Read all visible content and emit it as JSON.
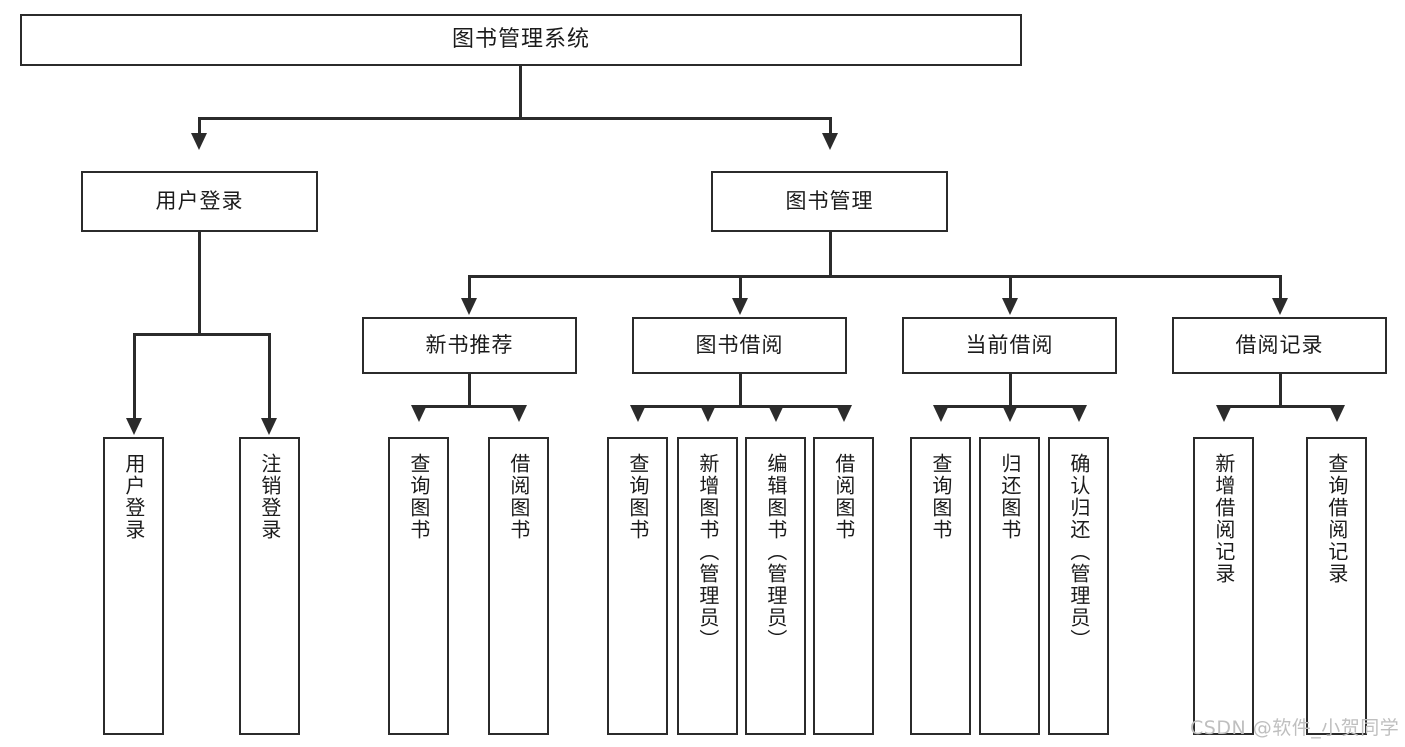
{
  "diagram": {
    "type": "tree-hierarchy",
    "title": "图书管理系统",
    "watermark": "CSDN @软件_小贺同学",
    "nodes": {
      "root": {
        "label": "图书管理系统"
      },
      "level2": [
        {
          "id": "user-login",
          "label": "用户登录"
        },
        {
          "id": "book-manage",
          "label": "图书管理"
        }
      ],
      "level3": [
        {
          "id": "new-book-rec",
          "label": "新书推荐"
        },
        {
          "id": "book-borrow",
          "label": "图书借阅"
        },
        {
          "id": "current-borrow",
          "label": "当前借阅"
        },
        {
          "id": "borrow-record",
          "label": "借阅记录"
        }
      ],
      "leaves": {
        "user_login": [
          {
            "id": "leaf-user-login",
            "label": "用户登录"
          },
          {
            "id": "leaf-logout",
            "label": "注销登录"
          }
        ],
        "new_book_rec": [
          {
            "id": "leaf-query-book-1",
            "label": "查询图书"
          },
          {
            "id": "leaf-borrow-book-1",
            "label": "借阅图书"
          }
        ],
        "book_borrow": [
          {
            "id": "leaf-query-book-2",
            "label": "查询图书"
          },
          {
            "id": "leaf-add-book",
            "label": "新增图书（管理员）"
          },
          {
            "id": "leaf-edit-book",
            "label": "编辑图书（管理员）"
          },
          {
            "id": "leaf-borrow-book-2",
            "label": "借阅图书"
          }
        ],
        "current_borrow": [
          {
            "id": "leaf-query-book-3",
            "label": "查询图书"
          },
          {
            "id": "leaf-return-book",
            "label": "归还图书"
          },
          {
            "id": "leaf-confirm-return",
            "label": "确认归还（管理员）"
          }
        ],
        "borrow_record": [
          {
            "id": "leaf-add-record",
            "label": "新增借阅记录"
          },
          {
            "id": "leaf-query-record",
            "label": "查询借阅记录"
          }
        ]
      }
    },
    "colors": {
      "stroke": "#2b2b2b",
      "fill": "#ffffff",
      "text": "#1b1b1b",
      "watermark": "#bfbfbf"
    }
  }
}
